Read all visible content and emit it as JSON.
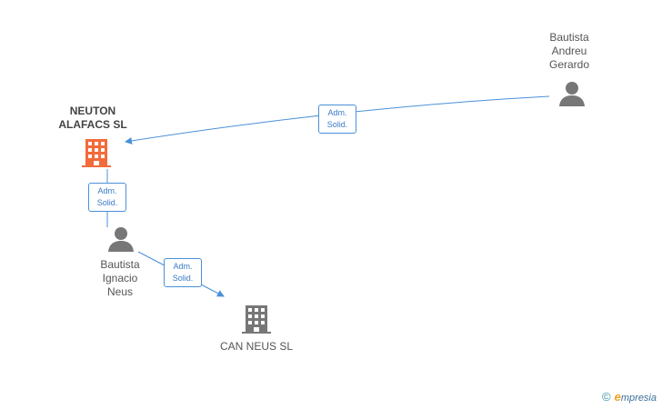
{
  "nodes": {
    "neuton": {
      "label": "NEUTON\nALAFACS SL",
      "type": "company",
      "color": "#f26b3a"
    },
    "andreu": {
      "label": "Bautista\nAndreu\nGerardo",
      "type": "person",
      "color": "#777777"
    },
    "ignacio": {
      "label": "Bautista\nIgnacio\nNeus",
      "type": "person",
      "color": "#777777"
    },
    "canneus": {
      "label": "CAN NEUS  SL",
      "type": "company",
      "color": "#777777"
    }
  },
  "edges": [
    {
      "from": "andreu",
      "to": "neuton",
      "line1": "Adm.",
      "line2": "Solid."
    },
    {
      "from": "ignacio",
      "to": "neuton",
      "line1": "Adm.",
      "line2": "Solid."
    },
    {
      "from": "ignacio",
      "to": "canneus",
      "line1": "Adm.",
      "line2": "Solid."
    }
  ],
  "colors": {
    "edge": "#4a90d9"
  },
  "footer": {
    "copyright": "©",
    "brand_first": "e",
    "brand_rest": "mpresia"
  }
}
